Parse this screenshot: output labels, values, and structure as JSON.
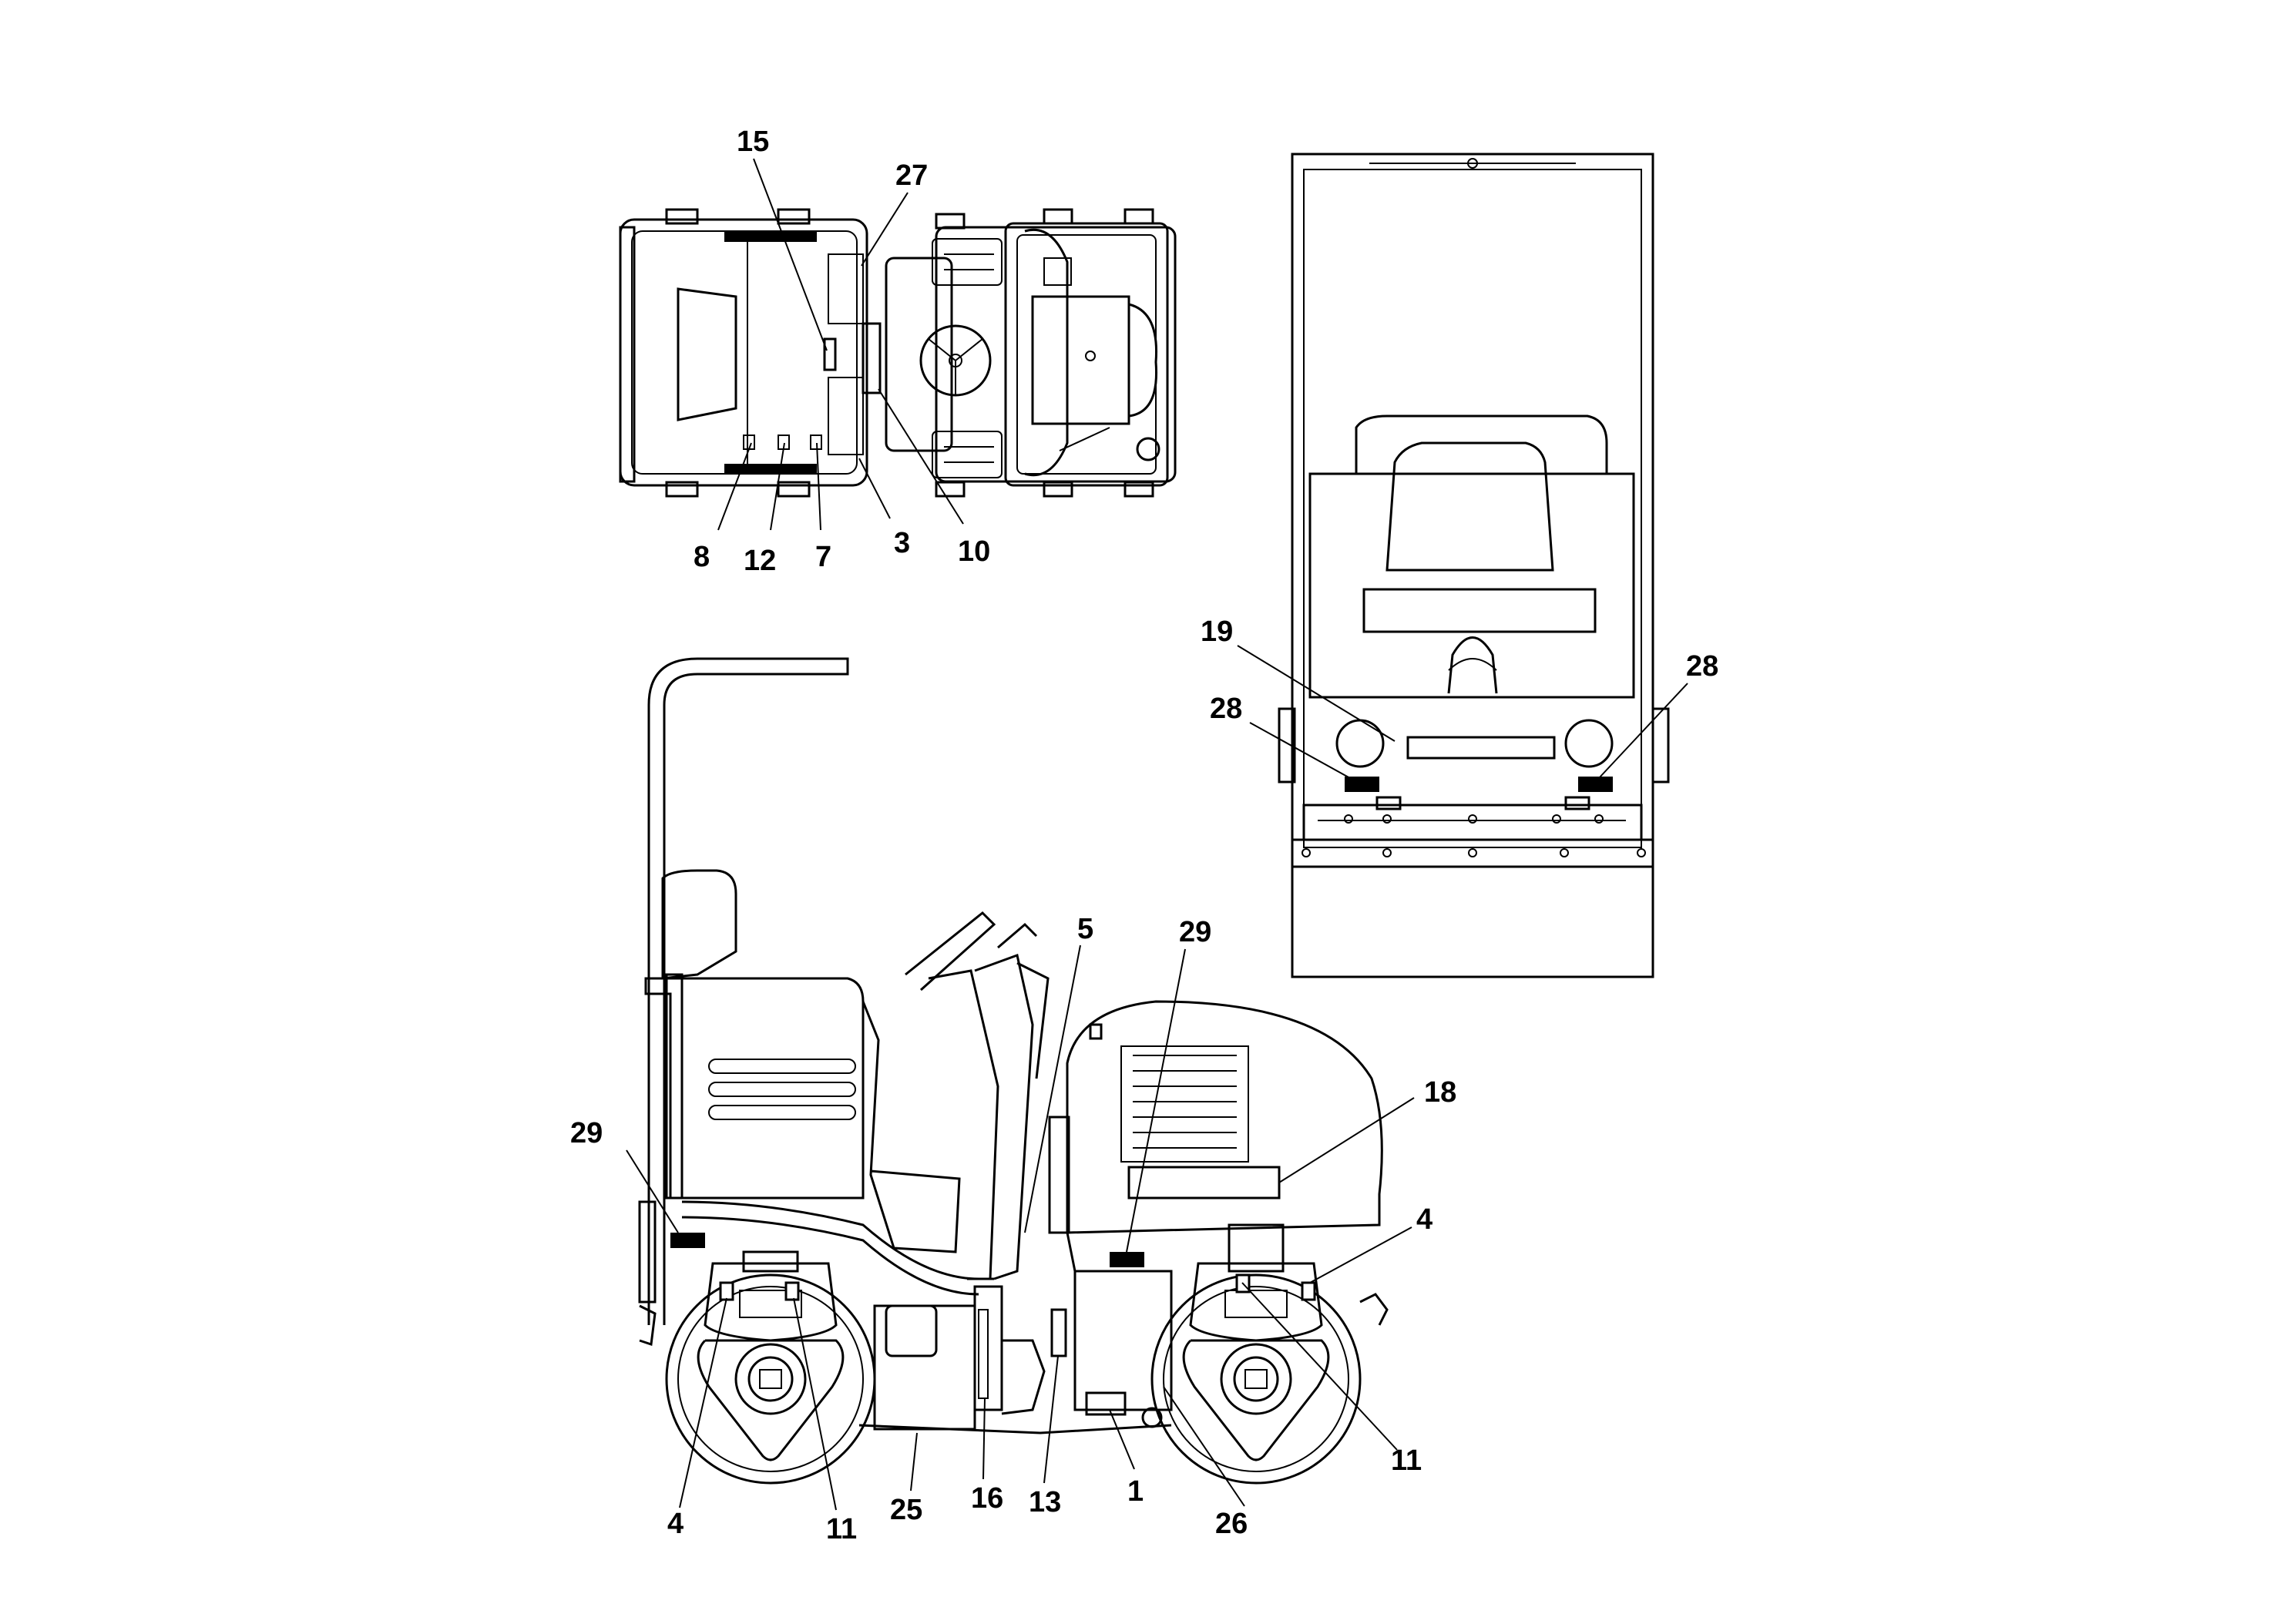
{
  "callouts": {
    "c1": "1",
    "c3": "3",
    "c4a": "4",
    "c4b": "4",
    "c5": "5",
    "c7": "7",
    "c8": "8",
    "c10": "10",
    "c11a": "11",
    "c11b": "11",
    "c12": "12",
    "c13": "13",
    "c15": "15",
    "c16": "16",
    "c18": "18",
    "c19": "19",
    "c25": "25",
    "c26": "26",
    "c27": "27",
    "c28a": "28",
    "c28b": "28",
    "c29a": "29",
    "c29b": "29"
  },
  "views": [
    "top-view",
    "rear-view",
    "side-view"
  ]
}
